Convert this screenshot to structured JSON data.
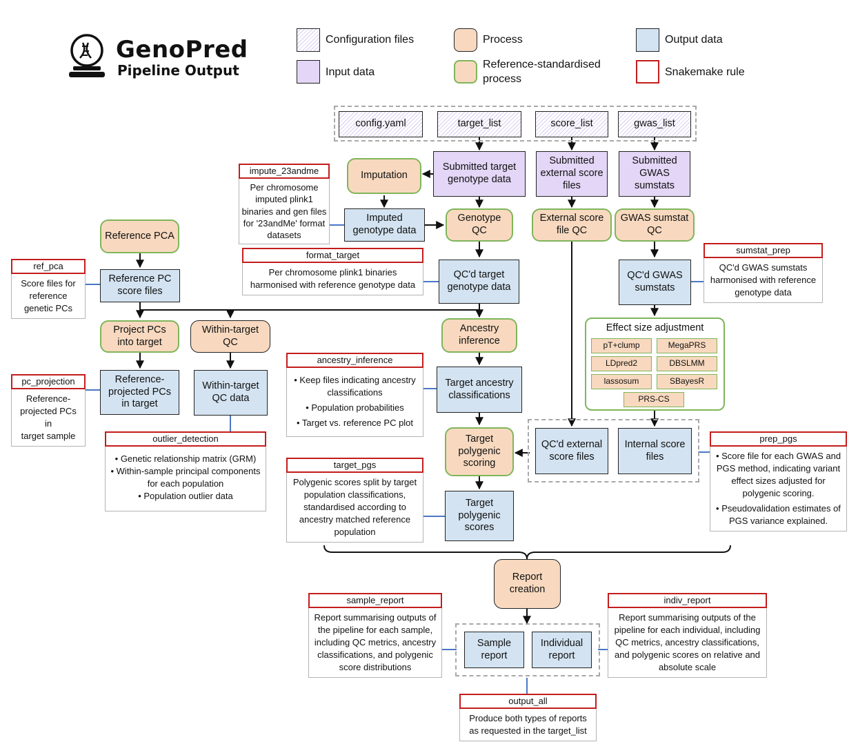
{
  "brand": {
    "name": "GenoPred",
    "subtitle": "Pipeline Output",
    "logo_icon": "dna-crystal-ball-icon"
  },
  "legend": {
    "config": "Configuration files",
    "input": "Input data",
    "process": "Process",
    "ref_process": [
      "Reference-standardised",
      "process"
    ],
    "output": "Output data",
    "rule": "Snakemake rule"
  },
  "colors": {
    "input": "#e3d6f6",
    "process": "#f8d9bf",
    "output": "#d3e3f1",
    "ref_border": "#7fb55a",
    "rule_border": "#c41c1c",
    "wire_blue": "#4a76c4"
  },
  "configs": {
    "config_yaml": "config.yaml",
    "target_list": "target_list",
    "score_list": "score_list",
    "gwas_list": "gwas_list"
  },
  "inputs": {
    "target_geno": [
      "Submitted target",
      "genotype data"
    ],
    "ext_score": [
      "Submitted",
      "external score",
      "files"
    ],
    "gwas": [
      "Submitted",
      "GWAS",
      "sumstats"
    ]
  },
  "processes": {
    "imputation": [
      "Imputation"
    ],
    "genotype_qc": [
      "Genotype",
      "QC"
    ],
    "ext_score_qc": [
      "External score",
      "file QC"
    ],
    "gwas_qc": [
      "GWAS sumstat",
      "QC"
    ],
    "ref_pca": [
      "Reference PCA"
    ],
    "project_pcs": [
      "Project PCs",
      "into target"
    ],
    "within_qc": [
      "Within-target",
      "QC"
    ],
    "ancestry": [
      "Ancestry",
      "inference"
    ],
    "target_scoring": [
      "Target",
      "polygenic",
      "scoring"
    ],
    "report_creation": [
      "Report",
      "creation"
    ]
  },
  "outputs": {
    "imputed": [
      "Imputed",
      "genotype data"
    ],
    "qcd_target": [
      "QC'd target",
      "genotype data"
    ],
    "qcd_gwas": [
      "QC'd GWAS",
      "sumstats"
    ],
    "ref_pc_scores": [
      "Reference PC",
      "score files"
    ],
    "ref_projected": [
      "Reference-",
      "projected PCs",
      "in target"
    ],
    "within_qc_data": [
      "Within-target",
      "QC data"
    ],
    "target_ancestry": [
      "Target ancestry",
      "classifications"
    ],
    "qcd_ext_scores": [
      "QC'd external",
      "score files"
    ],
    "internal_scores": [
      "Internal score",
      "files"
    ],
    "target_pgs": [
      "Target",
      "polygenic",
      "scores"
    ],
    "sample_report": [
      "Sample",
      "report"
    ],
    "indiv_report": [
      "Individual",
      "report"
    ]
  },
  "effect_size": {
    "title": "Effect size adjustment",
    "methods": [
      "pT+clump",
      "MegaPRS",
      "LDpred2",
      "DBSLMM",
      "lassosum",
      "SBayesR",
      "PRS-CS"
    ]
  },
  "rules": {
    "impute_23andme": {
      "name": "impute_23andme",
      "lines": [
        "Per chromosome",
        "imputed plink1",
        "binaries and gen files",
        "for '23andMe' format",
        "datasets"
      ]
    },
    "format_target": {
      "name": "format_target",
      "lines": [
        "Per chromosome plink1 binaries",
        "harmonised with reference genotype data"
      ]
    },
    "sumstat_prep": {
      "name": "sumstat_prep",
      "lines": [
        "QC'd GWAS sumstats",
        "harmonised with reference",
        "genotype data"
      ]
    },
    "ref_pca": {
      "name": "ref_pca",
      "lines": [
        "Score files for",
        "reference",
        "genetic PCs"
      ]
    },
    "pc_projection": {
      "name": "pc_projection",
      "lines": [
        "Reference-",
        "projected PCs in",
        "target sample"
      ]
    },
    "outlier_detection": {
      "name": "outlier_detection",
      "lines": [
        "• Genetic relationship matrix (GRM)",
        "• Within-sample principal components",
        "for each population",
        "• Population outlier data"
      ]
    },
    "ancestry_inference": {
      "name": "ancestry_inference",
      "lines": [
        "• Keep files indicating ancestry",
        "classifications",
        "• Population probabilities",
        "• Target vs. reference PC plot"
      ]
    },
    "target_pgs": {
      "name": "target_pgs",
      "lines": [
        "Polygenic scores split by target",
        "population classifications,",
        "standardised according to",
        "ancestry matched reference",
        "population"
      ]
    },
    "prep_pgs": {
      "name": "prep_pgs",
      "lines": [
        "• Score file for each GWAS and",
        "PGS method, indicating variant",
        "effect sizes adjusted for",
        "polygenic scoring.",
        "• Pseudovalidation estimates of",
        "PGS variance explained."
      ]
    },
    "sample_report": {
      "name": "sample_report",
      "lines": [
        "Report summarising outputs of",
        "the pipeline for each sample,",
        "including QC metrics, ancestry",
        "classifications, and polygenic",
        "score distributions"
      ]
    },
    "indiv_report": {
      "name": "indiv_report",
      "lines": [
        "Report summarising outputs of the",
        "pipeline for each individual, including",
        "QC metrics, ancestry classifications,",
        "and polygenic scores on relative and",
        "absolute scale"
      ]
    },
    "output_all": {
      "name": "output_all",
      "lines": [
        "Produce both types of reports",
        "as requested in the target_list"
      ]
    }
  }
}
